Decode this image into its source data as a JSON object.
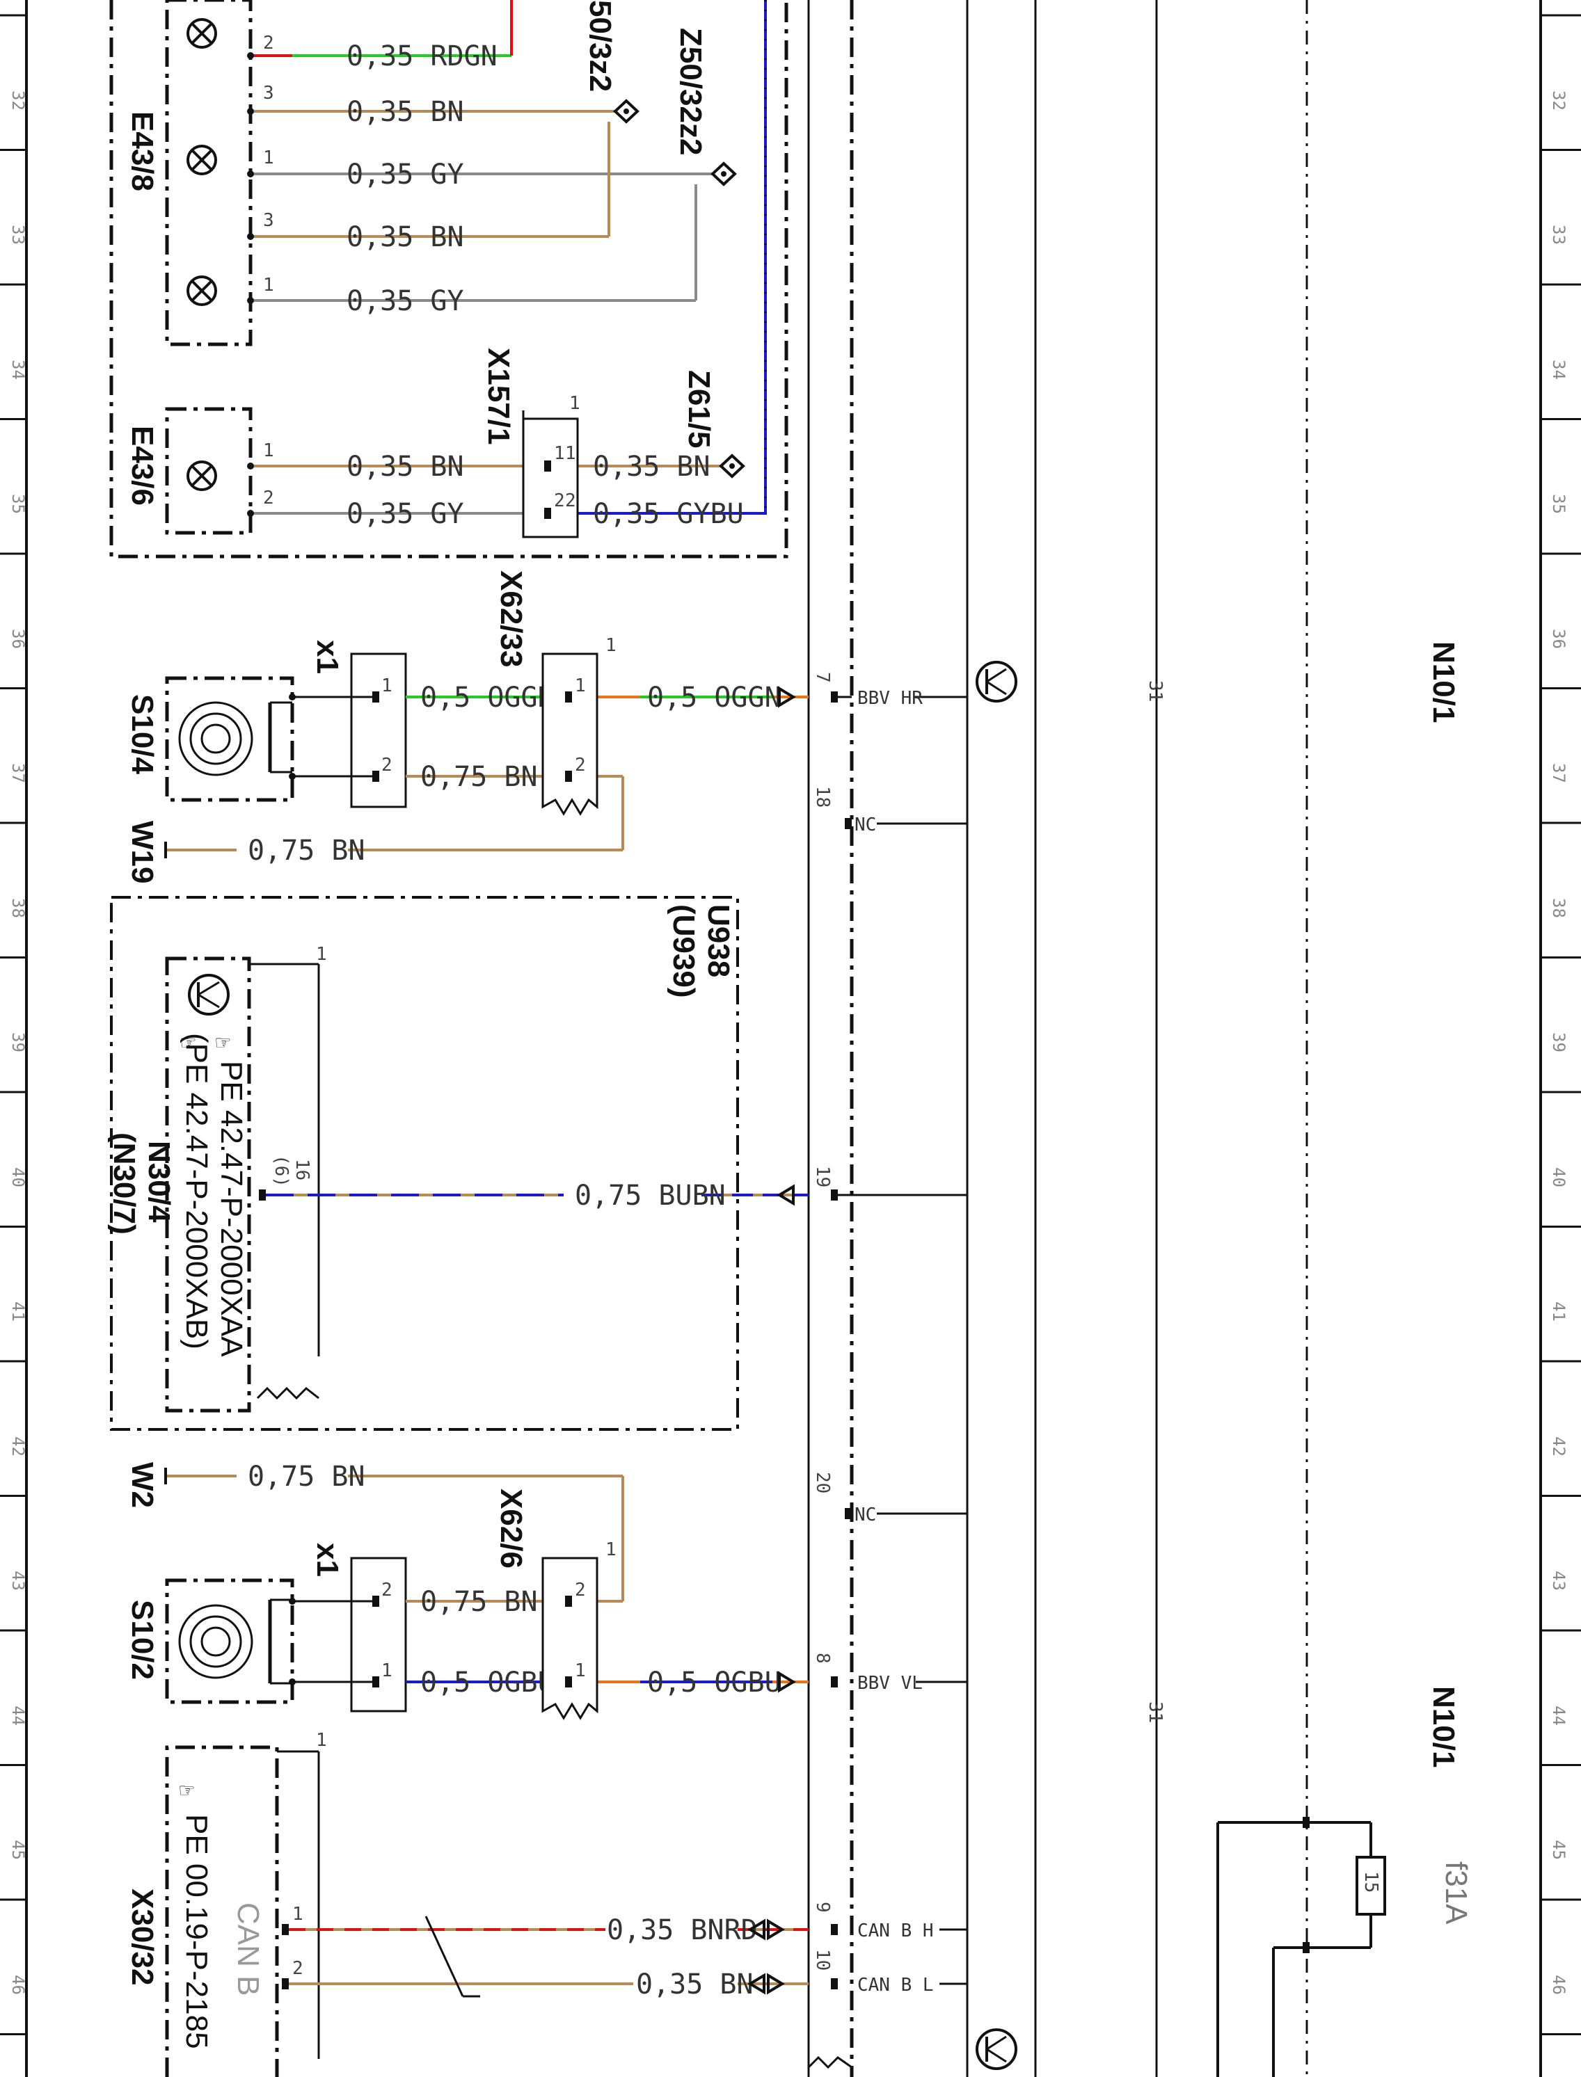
{
  "rows": [
    "32",
    "33",
    "34",
    "35",
    "36",
    "37",
    "38",
    "39",
    "40",
    "41",
    "42",
    "43",
    "44",
    "45",
    "46"
  ],
  "components": {
    "e43_8": "E43/8",
    "e43_6": "E43/6",
    "s10_4": "S10/4",
    "s10_2": "S10/2",
    "w19": "W19",
    "w2": "W2",
    "x157_1": "X157/1",
    "x62_33": "X62/33",
    "x62_6": "X62/6",
    "x1a": "x1",
    "x1b": "x1",
    "z50_3z2": "50/3z2",
    "z50_32z2": "Z50/32z2",
    "z61_5": "Z61/5",
    "u938": "U938",
    "u939": "(U939)",
    "n30_4": "N30/4",
    "n30_7": "(N30/7)",
    "pe_a": "PE 42.47-P-2000XAA",
    "pe_b": "(PE 42.47-P-2000XAB)",
    "pe_c": "PE 00.19-P-2185",
    "x30_32": "X30/32",
    "can_b": "CAN B",
    "n10_1a": "N10/1",
    "n10_1b": "N10/1",
    "f31a": "f31A",
    "fuse15": "15",
    "gnd31a": "31",
    "gnd31b": "31"
  },
  "wires": {
    "rdgn": "0,35 RDGN",
    "bn1": "0,35 BN",
    "gy1": "0,35 GY",
    "bn2": "0,35 BN",
    "gy2": "0,35 GY",
    "bn3": "0,35 BN",
    "gy3": "0,35 GY",
    "bn4": "0,35 BN",
    "gybu": "0,35 GYBU",
    "oggn1": "0,5 OGGN",
    "oggn2": "0,5 OGGN",
    "bn075a": "0,75 BN",
    "bn075b": "0,75 BN",
    "bubn": "0,75 BUBN",
    "bn075c": "0,75 BN",
    "bn075d": "0,75 BN",
    "ogbu1": "0,5 OGBU",
    "ogbu2": "0,5 OGBU",
    "bnrd": "0,35 BNRD",
    "bn5": "0,35 BN"
  },
  "pins": {
    "p2a": "2",
    "p3a": "3",
    "p1a": "1",
    "p3b": "3",
    "p1b": "1",
    "p1c": "1",
    "p2c": "2",
    "x157_p1l": "1",
    "x157_p1r": "1",
    "x157_p2l": "2",
    "x157_p2r": "2",
    "x157_top": "1",
    "x1a_p1": "1",
    "x1a_p2": "2",
    "x62_33_p1": "1",
    "x62_33_p2": "2",
    "x62_33_top": "1",
    "n30_p16": "16",
    "n30_p6": "(6)",
    "n30_top": "1",
    "x1b_p2": "2",
    "x1b_p1": "1",
    "x62_6_p2": "2",
    "x62_6_p1": "1",
    "x62_6_top": "1",
    "x30_p1": "1",
    "x30_p2": "2",
    "x30_top": "1",
    "n10_p7": "7",
    "n10_p18": "18",
    "n10_p19": "19",
    "n10_p20": "20",
    "n10_p8": "8",
    "n10_p9": "9",
    "n10_p10": "10"
  },
  "signals": {
    "bbv_hr": "BBV HR",
    "nc1": "NC",
    "nc2": "NC",
    "bbv_vl": "BBV VL",
    "can_b_h": "CAN B H",
    "can_b_l": "CAN B L"
  },
  "colors": {
    "brown": "#b88a55",
    "grey": "#8a8a8a",
    "green": "#22cc22",
    "red": "#dd1111",
    "blue": "#1a1acc",
    "orange": "#e8741a",
    "black": "#111111"
  }
}
